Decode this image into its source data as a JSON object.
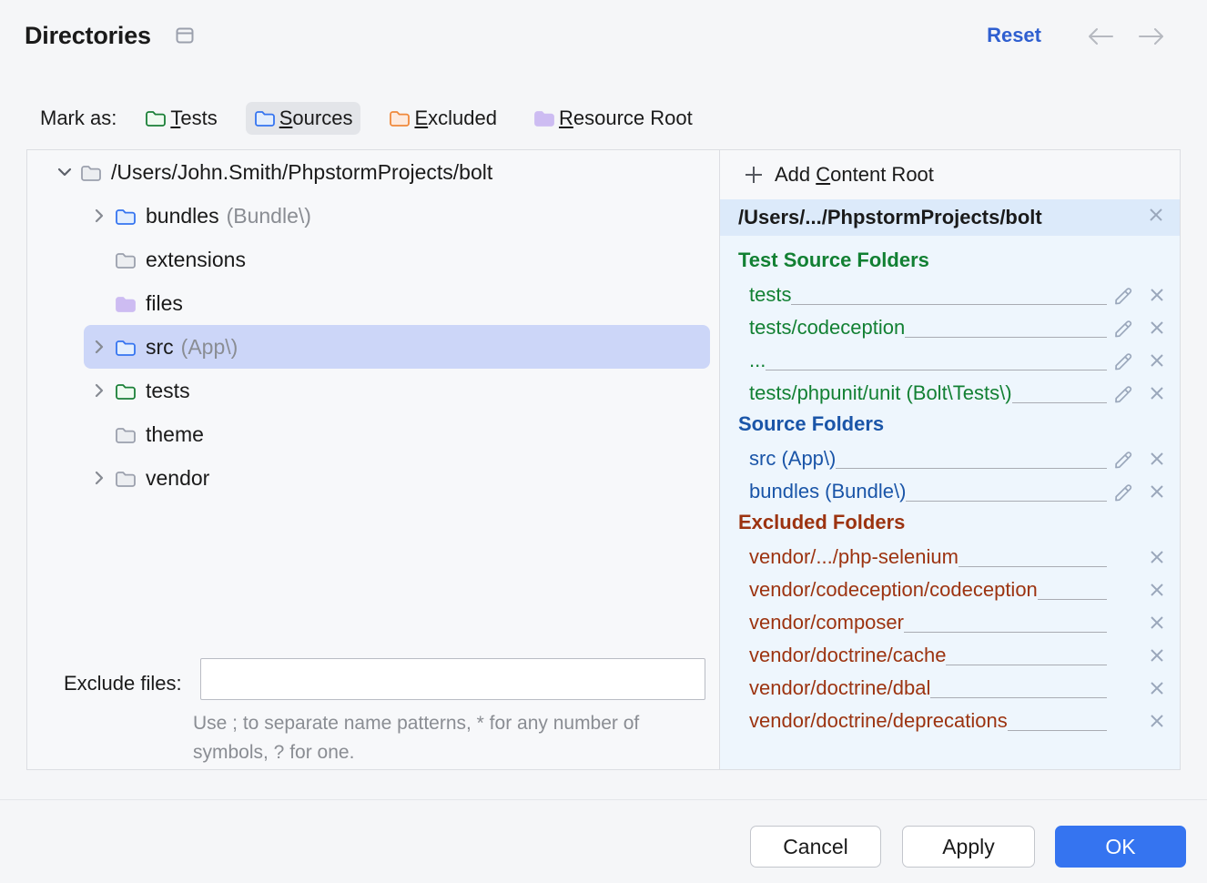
{
  "header": {
    "title": "Directories",
    "panel_toggle_icon": "panel-toggle-icon",
    "reset_label": "Reset",
    "nav_back_icon": "arrow-left-icon",
    "nav_forward_icon": "arrow-right-icon"
  },
  "mark_as": {
    "label": "Mark as:",
    "options": [
      {
        "label": "Tests",
        "mnemonic": "T",
        "rest": "ests",
        "icon": "folder-tests-icon",
        "active": false,
        "color": "#1a7f37",
        "fill": "#effaf1"
      },
      {
        "label": "Sources",
        "mnemonic": "S",
        "rest": "ources",
        "icon": "folder-sources-icon",
        "active": true,
        "color": "#3574f0",
        "fill": "#e3eefd"
      },
      {
        "label": "Excluded",
        "mnemonic": "E",
        "rest": "xcluded",
        "icon": "folder-excluded-icon",
        "active": false,
        "color": "#f0883a",
        "fill": "#fdeade"
      },
      {
        "label": "Resource Root",
        "mnemonic": "R",
        "rest": "esource Root",
        "icon": "folder-resource-icon",
        "active": false,
        "color": "#c9b6f0",
        "fill": "#cdbcf2"
      }
    ]
  },
  "tree": {
    "rows": [
      {
        "name": "/Users/John.Smith/PhpstormProjects/bolt",
        "namespace": "",
        "indent": 0,
        "twisty": "expanded",
        "icon": "folder-plain-icon",
        "selected": false
      },
      {
        "name": "bundles",
        "namespace": "(Bundle\\)",
        "indent": 1,
        "twisty": "collapsed",
        "icon": "folder-sources-icon",
        "selected": false
      },
      {
        "name": "extensions",
        "namespace": "",
        "indent": 1,
        "twisty": "none",
        "icon": "folder-plain-icon",
        "selected": false
      },
      {
        "name": "files",
        "namespace": "",
        "indent": 1,
        "twisty": "none",
        "icon": "folder-resource-icon",
        "selected": false
      },
      {
        "name": "src",
        "namespace": "(App\\)",
        "indent": 1,
        "twisty": "collapsed",
        "icon": "folder-sources-icon",
        "selected": true
      },
      {
        "name": "tests",
        "namespace": "",
        "indent": 1,
        "twisty": "collapsed",
        "icon": "folder-tests-icon",
        "selected": false
      },
      {
        "name": "theme",
        "namespace": "",
        "indent": 1,
        "twisty": "none",
        "icon": "folder-plain-icon",
        "selected": false
      },
      {
        "name": "vendor",
        "namespace": "",
        "indent": 1,
        "twisty": "collapsed",
        "icon": "folder-plain-icon",
        "selected": false
      }
    ]
  },
  "exclude_files": {
    "label": "Exclude files:",
    "value": "",
    "placeholder": "",
    "hint": "Use ; to separate name patterns, * for any number of symbols, ? for one."
  },
  "right_panel": {
    "add_content_root": {
      "label_pre": "Add ",
      "mnemonic": "C",
      "label_post": "ontent Root",
      "icon": "plus-icon"
    },
    "content_root": {
      "path": "/Users/.../PhpstormProjects/bolt",
      "remove_icon": "close-icon"
    },
    "sections": [
      {
        "title": "Test Source Folders",
        "kind": "test",
        "items": [
          {
            "name": "tests",
            "has_pencil": true,
            "has_remove": true
          },
          {
            "name": "tests/codeception",
            "has_pencil": true,
            "has_remove": true
          },
          {
            "name": "...",
            "has_pencil": true,
            "has_remove": true
          },
          {
            "name": "tests/phpunit/unit (Bolt\\Tests\\)",
            "has_pencil": true,
            "has_remove": true
          }
        ]
      },
      {
        "title": "Source Folders",
        "kind": "src",
        "items": [
          {
            "name": "src (App\\)",
            "has_pencil": true,
            "has_remove": true
          },
          {
            "name": "bundles (Bundle\\)",
            "has_pencil": true,
            "has_remove": true
          }
        ]
      },
      {
        "title": "Excluded Folders",
        "kind": "exc",
        "items": [
          {
            "name": "vendor/.../php-selenium",
            "has_pencil": false,
            "has_remove": true
          },
          {
            "name": "vendor/codeception/codeception",
            "has_pencil": false,
            "has_remove": true
          },
          {
            "name": "vendor/composer",
            "has_pencil": false,
            "has_remove": true
          },
          {
            "name": "vendor/doctrine/cache",
            "has_pencil": false,
            "has_remove": true
          },
          {
            "name": "vendor/doctrine/dbal",
            "has_pencil": false,
            "has_remove": true
          },
          {
            "name": "vendor/doctrine/deprecations",
            "has_pencil": false,
            "has_remove": true
          }
        ]
      }
    ]
  },
  "footer": {
    "cancel_label": "Cancel",
    "apply_label": "Apply",
    "ok_label": "OK"
  },
  "colors": {
    "accent": "#3574f0",
    "test_green": "#128033",
    "source_blue": "#1a55a8",
    "excluded_brown": "#9c3310",
    "selection": "#ccd6f8",
    "root_panel_bg": "#eef6fd"
  }
}
